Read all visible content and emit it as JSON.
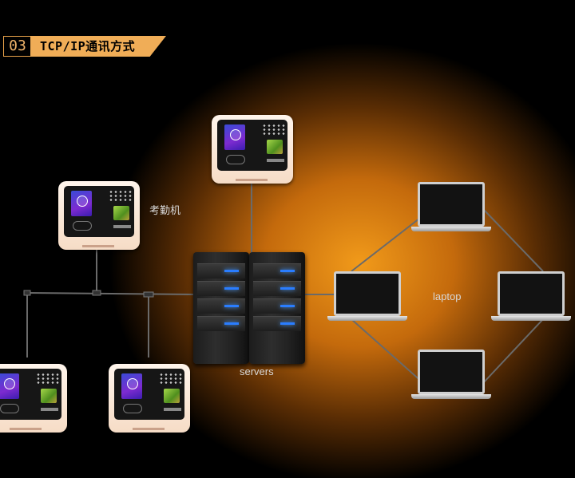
{
  "header": {
    "number": "03",
    "title": "TCP/IP通讯方式"
  },
  "labels": {
    "attendance": "考勤机",
    "servers": "servers",
    "laptop": "laptop"
  },
  "icons": {
    "device": "attendance-terminal-icon",
    "server": "server-rack-icon",
    "laptop": "laptop-icon"
  },
  "colors": {
    "accent": "#f0ad57",
    "led": "#2a7dff",
    "background_glow": "#f19a1a"
  }
}
